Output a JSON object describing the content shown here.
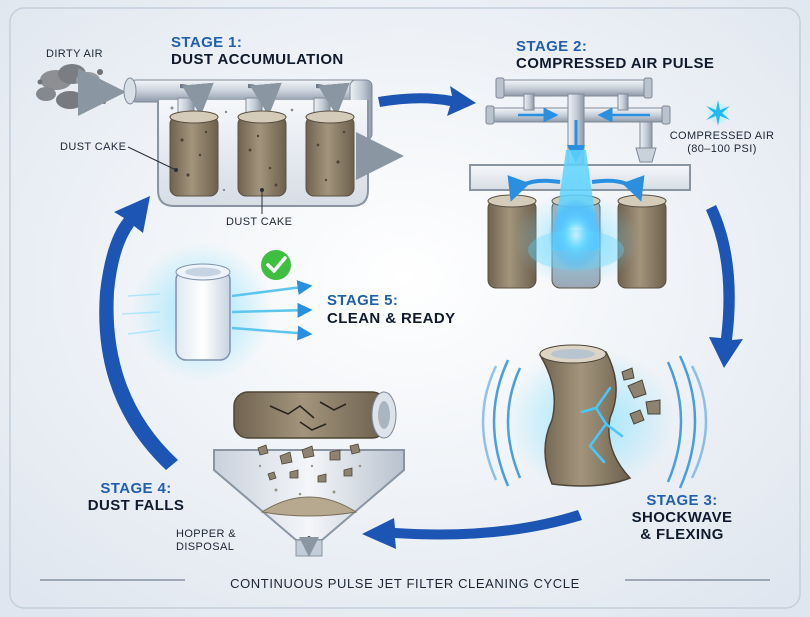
{
  "stages": [
    {
      "number_label": "STAGE 1:",
      "title": "DUST ACCUMULATION"
    },
    {
      "number_label": "STAGE 2:",
      "title": "COMPRESSED AIR PULSE"
    },
    {
      "number_label": "STAGE 3:",
      "title_lines": [
        "SHOCKWAVE",
        "& FLEXING"
      ]
    },
    {
      "number_label": "STAGE 4:",
      "title": "DUST FALLS"
    },
    {
      "number_label": "STAGE 5:",
      "title": "CLEAN & READY"
    }
  ],
  "labels": {
    "dirty_air": "DIRTY AIR",
    "dust_cake_left": "DUST CAKE",
    "dust_cake_bottom": "DUST CAKE",
    "compressed_air_lines": [
      "COMPRESSED AIR",
      "(80–100 PSI)"
    ],
    "hopper_lines": [
      "HOPPER &",
      "DISPOSAL"
    ]
  },
  "footer": {
    "caption": "CONTINUOUS PULSE JET FILTER CLEANING CYCLE"
  },
  "colors": {
    "stage_blue": "#1f5fae",
    "cycle_arrow": "#1d55b4",
    "pulse_cyan": "#39c6ff",
    "dust": "#8a7d66",
    "check_green": "#3fbf3f"
  },
  "icons": [
    "dirty-air-cloud-icon",
    "compressed-air-burst-icon",
    "check-badge-icon"
  ]
}
